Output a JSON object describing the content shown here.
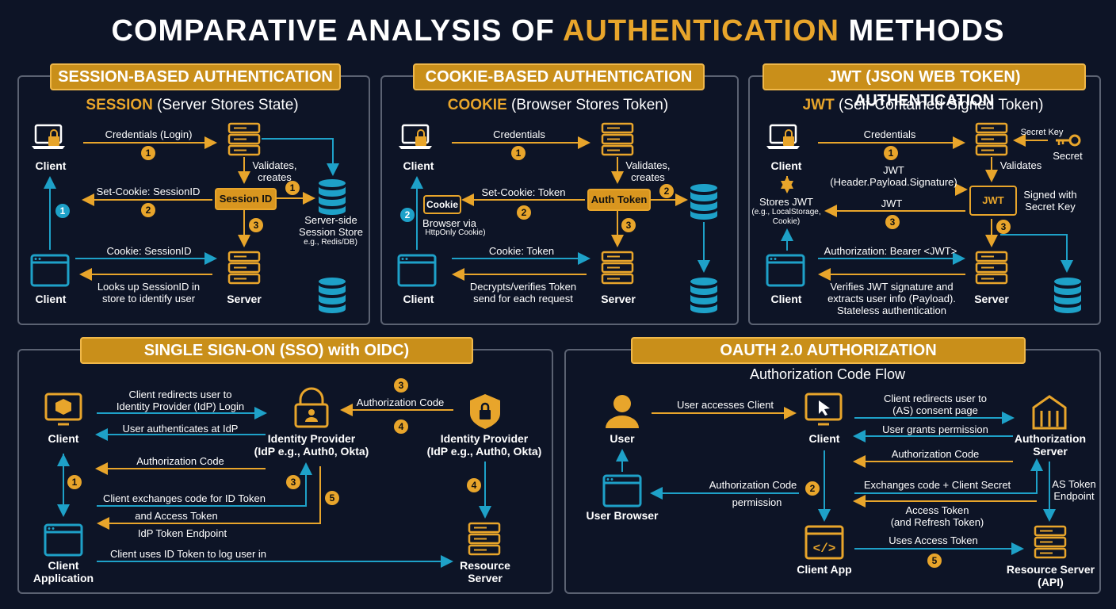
{
  "title": {
    "part1": "COMPARATIVE ANALYSIS OF ",
    "highlight": "AUTHENTICATION",
    "part2": " METHODS"
  },
  "colors": {
    "accent": "#e8a52b",
    "flow_blue": "#1ea1c8",
    "background": "#0d1426",
    "panel_border": "#5b6272"
  },
  "icons": [
    "laptop-lock-icon",
    "server-icon",
    "database-icon",
    "browser-window-icon",
    "key-icon",
    "monitor-box-icon",
    "padlock-user-icon",
    "shield-lock-icon",
    "user-icon",
    "cursor-monitor-icon",
    "code-window-icon",
    "building-icon"
  ],
  "session": {
    "header": "SESSION-BASED AUTHENTICATION",
    "sub_bold": "SESSION",
    "sub_rest": " (Server Stores State)",
    "client_top": "Client",
    "client_bottom": "Client",
    "server": "Server",
    "credentials": "Credentials (Login)",
    "validates": "Validates,\ncreates",
    "set_cookie": "Set-Cookie: SessionID",
    "session_id": "Session ID",
    "store_title": "Server-side\nSession Store",
    "store_sub": "e.g., Redis/DB)",
    "cookie": "Cookie: SessionID",
    "lookup": "Looks up SessionID in\nstore to identify user",
    "steps": [
      "1",
      "1",
      "2",
      "1",
      "3"
    ]
  },
  "cookie": {
    "header": "COOKIE-BASED AUTHENTICATION",
    "sub_bold": "COOKIE",
    "sub_rest": " (Browser Stores Token)",
    "client_top": "Client",
    "client_bottom": "Client",
    "server": "Server",
    "credentials": "Credentials",
    "validates": "Validates,\ncreates",
    "set_cookie": "Set-Cookie: Token",
    "auth_token": "Auth Token",
    "cookie_box": "Cookie",
    "browser_via": "Browser via",
    "httponly": "HttpOnly Cookie)",
    "cookie_token": "Cookie: Token",
    "decrypts": "Decrypts/verifies Token\nsend for each request",
    "steps": [
      "1",
      "2",
      "2",
      "3"
    ]
  },
  "jwt": {
    "header": "JWT (JSON WEB TOKEN) AUTHENTICATION",
    "sub_bold": "JWT",
    "sub_rest": " (Self-Contained Signed Token)",
    "client_top": "Client",
    "client_bottom": "Client",
    "server": "Server",
    "credentials": "Credentials",
    "secret_key": "Secret Key",
    "secret": "Secret",
    "validates": "Validates",
    "jwt_label": "JWT\n(Header.Payload.Signature)",
    "jwt_box": "JWT",
    "signed": "Signed with\nSecret Key",
    "stores": "Stores JWT",
    "stores_sub": "(e.g., LocalStorage,\nCookie)",
    "jwt_return": "JWT",
    "bearer": "Authorization: Bearer <JWT>",
    "verifies": "Verifies JWT signature and\nextracts user info (Payload).\nStateless authentication",
    "steps": [
      "1",
      "3",
      "3"
    ]
  },
  "sso": {
    "header": "SINGLE SIGN-ON (SSO) with OIDC)",
    "client": "Client",
    "client_app": "Client\nApplication",
    "idp1": "Identity Provider\n(IdP e.g., Auth0, Okta)",
    "idp2": "Identity Provider\n(IdP e.g., Auth0, Okta)",
    "resource": "Resource\nServer",
    "redirect": "Client redirects user to\nIdentity Provider (IdP) Login",
    "user_auth": "User authenticates at IdP",
    "auth_code_top": "Authorization Code",
    "auth_code": "Authorization Code",
    "exchange": "Client exchanges code for ID Token",
    "access": "and Access Token",
    "endpoint": "IdP Token Endpoint",
    "uses": "Client uses ID Token to log user in",
    "steps": [
      "3",
      "4",
      "1",
      "3",
      "5",
      "4"
    ]
  },
  "oauth": {
    "header": "OAUTH 2.0 AUTHORIZATION",
    "subtitle": "Authorization Code Flow",
    "user": "User",
    "browser": "User Browser",
    "client": "Client",
    "client_app": "Client App",
    "auth_server": "Authorization\nServer",
    "resource": "Resource Server\n(API)",
    "user_access": "User accesses Client",
    "redirect": "Client redirects user to\n(AS) consent page",
    "grants": "User grants permission",
    "auth_code": "Authorization Code",
    "auth_code_left": "Authorization Code",
    "permission": "permission",
    "exchange": "Exchanges code + Client Secret",
    "as_token": "AS Token\nEndpoint",
    "access_token": "Access Token\n(and Refresh Token)",
    "uses": "Uses Access Token",
    "steps": [
      "2",
      "5"
    ]
  }
}
